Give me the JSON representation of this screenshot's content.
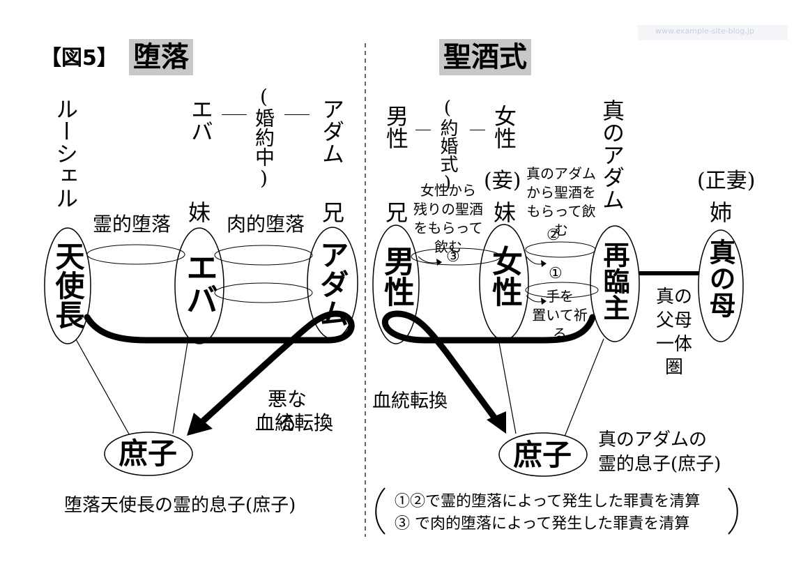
{
  "figure_label": "【図5】",
  "left": {
    "title": "堕落",
    "lucifer": "ルーシェル",
    "eve_top": "エバ",
    "engaged": "(婚約中)",
    "adam_top": "アダム",
    "younger_sister": "妹",
    "older_brother": "兄",
    "spiritual_fall": "霊的堕落",
    "physical_fall": "肉的堕落",
    "archangel": "天使長",
    "eve": "エバ",
    "adam": "アダム",
    "evil_lineage_1": "悪なる",
    "evil_lineage_2": "血統転換",
    "child": "庶子",
    "caption": "堕落天使長の霊的息子(庶子)"
  },
  "right": {
    "title": "聖酒式",
    "male_top": "男性",
    "engagement": "(約婚式)",
    "female_top": "女性",
    "true_adam_top": "真のアダム",
    "older_brother": "兄",
    "concubine": "(妾)",
    "younger_sister": "妹",
    "true_wife": "(正妻)",
    "older_sister": "姉",
    "female_from_1": "女性から",
    "female_from_2": "残りの聖酒",
    "female_from_3": "をもらって飲む",
    "from_true_adam_1": "真のアダム",
    "from_true_adam_2": "から聖酒を",
    "from_true_adam_3": "もらって飲む",
    "num1": "①",
    "num2": "②",
    "num3": "③",
    "hands_1": "手を",
    "hands_2": "置いて祈る",
    "male": "男性",
    "female": "女性",
    "second_coming": "再臨主",
    "true_mother": "真の母",
    "unity_1": "真の",
    "unity_2": "父母",
    "unity_3": "一体圏",
    "lineage_change": "血統転換",
    "child": "庶子",
    "son_1": "真のアダムの",
    "son_2": "霊的息子(庶子)",
    "note_1": "①②で霊的堕落によって発生した罪責を清算",
    "note_2": "③ で肉的堕落によって発生した罪責を清算"
  },
  "watermark": "www.example-site-blog.jp"
}
